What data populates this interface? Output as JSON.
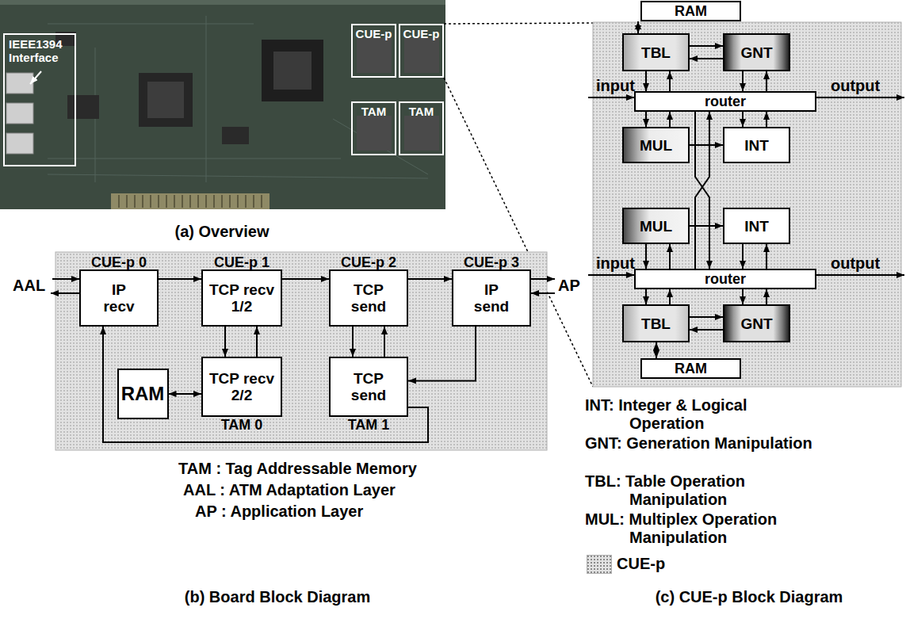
{
  "diagram": {
    "nodes": [
      {
        "text": [
          "IEEE1394 Interface"
        ]
      },
      {
        "text": [
          "CUE-p"
        ]
      },
      {
        "text": [
          "CUE-p"
        ]
      },
      {
        "text": [
          "TAM"
        ]
      },
      {
        "text": [
          "TAM"
        ]
      },
      {
        "text": [
          "CUE-p 0",
          "IP recv"
        ]
      },
      {
        "text": [
          "CUE-p 1",
          "TCP recv 1/2"
        ]
      },
      {
        "text": [
          "CUE-p 2",
          "TCP send"
        ]
      },
      {
        "text": [
          "CUE-p 3",
          "IP send"
        ]
      },
      {
        "text": [
          "RAM"
        ]
      },
      {
        "text": [
          "TCP recv 2/2",
          "TAM 0"
        ]
      },
      {
        "text": [
          "TCP send",
          "TAM 1"
        ]
      },
      {
        "text": [
          "RAM"
        ]
      },
      {
        "text": [
          "TBL"
        ]
      },
      {
        "text": [
          "GNT"
        ]
      },
      {
        "text": [
          "router"
        ]
      },
      {
        "text": [
          "MUL"
        ]
      },
      {
        "text": [
          "INT"
        ]
      },
      {
        "text": [
          "MUL"
        ]
      },
      {
        "text": [
          "INT"
        ]
      },
      {
        "text": [
          "router"
        ]
      },
      {
        "text": [
          "TBL"
        ]
      },
      {
        "text": [
          "GNT"
        ]
      },
      {
        "text": [
          "RAM"
        ]
      }
    ],
    "edges": [
      {
        "from": 5,
        "to": 6,
        "arrow": "to"
      },
      {
        "from": 6,
        "to": 7,
        "arrow": "to"
      },
      {
        "from": 7,
        "to": 8,
        "arrow": "to"
      },
      {
        "from": 6,
        "to": 10,
        "arrow": "to"
      },
      {
        "from": 10,
        "to": 6,
        "arrow": "to"
      },
      {
        "from": 7,
        "to": 11,
        "arrow": "to"
      },
      {
        "from": 11,
        "to": 7,
        "arrow": "to"
      },
      {
        "from": 9,
        "to": 10,
        "arrow": "both"
      },
      {
        "from": 8,
        "to": 11,
        "arrow": "to"
      },
      {
        "from": 11,
        "to": 5,
        "arrow": "to"
      },
      {
        "from": 12,
        "to": 13,
        "arrow": "both"
      },
      {
        "from": 13,
        "to": 14,
        "arrow": "to"
      },
      {
        "from": 14,
        "to": 13,
        "arrow": "to"
      },
      {
        "from": 13,
        "to": 15,
        "arrow": "to"
      },
      {
        "from": 15,
        "to": 13,
        "arrow": "to"
      },
      {
        "from": 14,
        "to": 15,
        "arrow": "to"
      },
      {
        "from": 15,
        "to": 14,
        "arrow": "to"
      },
      {
        "from": 15,
        "to": 16,
        "arrow": "to"
      },
      {
        "from": 16,
        "to": 15,
        "arrow": "to"
      },
      {
        "from": 15,
        "to": 17,
        "arrow": "to"
      },
      {
        "from": 17,
        "to": 15,
        "arrow": "to"
      },
      {
        "from": 16,
        "to": 17,
        "arrow": "to"
      },
      {
        "from": 15,
        "to": 20,
        "arrow": "to"
      },
      {
        "from": 20,
        "to": 15,
        "arrow": "to"
      },
      {
        "from": 18,
        "to": 19,
        "arrow": "to"
      },
      {
        "from": 18,
        "to": 20,
        "arrow": "to"
      },
      {
        "from": 20,
        "to": 18,
        "arrow": "to"
      },
      {
        "from": 19,
        "to": 20,
        "arrow": "to"
      },
      {
        "from": 20,
        "to": 19,
        "arrow": "to"
      },
      {
        "from": 20,
        "to": 21,
        "arrow": "to"
      },
      {
        "from": 21,
        "to": 20,
        "arrow": "to"
      },
      {
        "from": 20,
        "to": 22,
        "arrow": "to"
      },
      {
        "from": 22,
        "to": 20,
        "arrow": "to"
      },
      {
        "from": 21,
        "to": 22,
        "arrow": "to"
      },
      {
        "from": 22,
        "to": 21,
        "arrow": "to"
      },
      {
        "from": 21,
        "to": 23,
        "arrow": "both"
      }
    ],
    "labels": [
      "(a) Overview",
      "AAL",
      "AP",
      "input",
      "output",
      "input",
      "output",
      "TAM : Tag Addressable Memory",
      "AAL : ATM Adaptation Layer",
      "AP : Application Layer",
      "(b) Board Block Diagram",
      "INT: Integer & Logical Operation",
      "GNT: Generation Manipulation",
      "TBL: Table Operation Manipulation",
      "MUL: Multiplex Operation Manipulation",
      "(c) CUE-p Block Diagram"
    ],
    "legend": [
      {
        "text": "CUE-p",
        "color": "#e2e2e2"
      }
    ]
  }
}
